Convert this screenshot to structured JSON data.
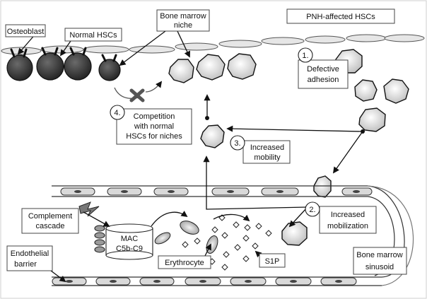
{
  "labels": {
    "osteoblast": "Osteoblast",
    "normal_hscs": "Normal HSCs",
    "bone_marrow_niche_line1": "Bone marrow",
    "bone_marrow_niche_line2": "niche",
    "pnh_hscs": "PNH-affected HSCs",
    "defective_line1": "Defective",
    "defective_line2": "adhesion",
    "competition_line1": "Competition",
    "competition_line2": "with normal",
    "competition_line3": "HSCs for niches",
    "increased_mobility_line1": "Increased",
    "increased_mobility_line2": "mobility",
    "increased_mobilization_line1": "Increased",
    "increased_mobilization_line2": "mobilization",
    "complement_line1": "Complement",
    "complement_line2": "cascade",
    "mac_line1": "MAC",
    "mac_line2": "C5b-C9",
    "endothelial_line1": "Endothelial",
    "endothelial_line2": "barrier",
    "erythrocyte": "Erythrocyte",
    "s1p": "S1P",
    "sinusoid_line1": "Bone marrow",
    "sinusoid_line2": "sinusoid"
  },
  "steps": {
    "one": "1.",
    "two": "2.",
    "three": "3.",
    "four": "4."
  },
  "colors": {
    "hsc_dark": "#3a3a3a",
    "hsc_light": "#e0e0e0",
    "outline": "#111111",
    "endothelial_fill": "#d9d9d9",
    "background": "#ffffff"
  },
  "icons": {
    "blocked": "x-cross-icon",
    "complement": "lightning-bolt-icon"
  }
}
